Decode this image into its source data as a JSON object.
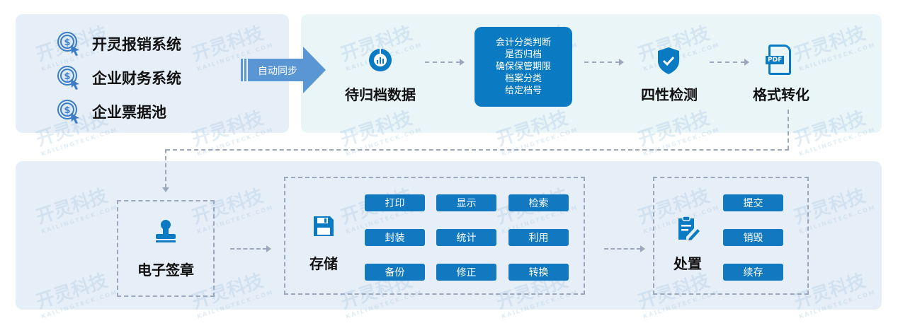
{
  "watermark": {
    "text": "开灵科技",
    "sub": "KAILINGTECK.COM"
  },
  "sources": [
    {
      "label": "开灵报销系统"
    },
    {
      "label": "企业财务系统"
    },
    {
      "label": "企业票据池"
    }
  ],
  "sync_arrow": {
    "label": "自动同步"
  },
  "pending": {
    "title": "待归档数据"
  },
  "classify_box": {
    "lines": [
      "会计分类判断",
      "是否归档",
      "确保保管期限",
      "档案分类",
      "给定档号"
    ]
  },
  "check": {
    "title": "四性检测"
  },
  "convert": {
    "title": "格式转化",
    "icon_text": "PDF"
  },
  "sign": {
    "title": "电子签章"
  },
  "storage": {
    "title": "存储",
    "buttons": [
      "打印",
      "显示",
      "检索",
      "封装",
      "统计",
      "利用",
      "备份",
      "修正",
      "转换"
    ]
  },
  "dispose": {
    "title": "处置",
    "buttons": [
      "提交",
      "销毁",
      "续存"
    ]
  },
  "colors": {
    "primary": "#0a7ac2",
    "panel_left": "#e6eff8",
    "panel_right": "#eaf5f8"
  }
}
